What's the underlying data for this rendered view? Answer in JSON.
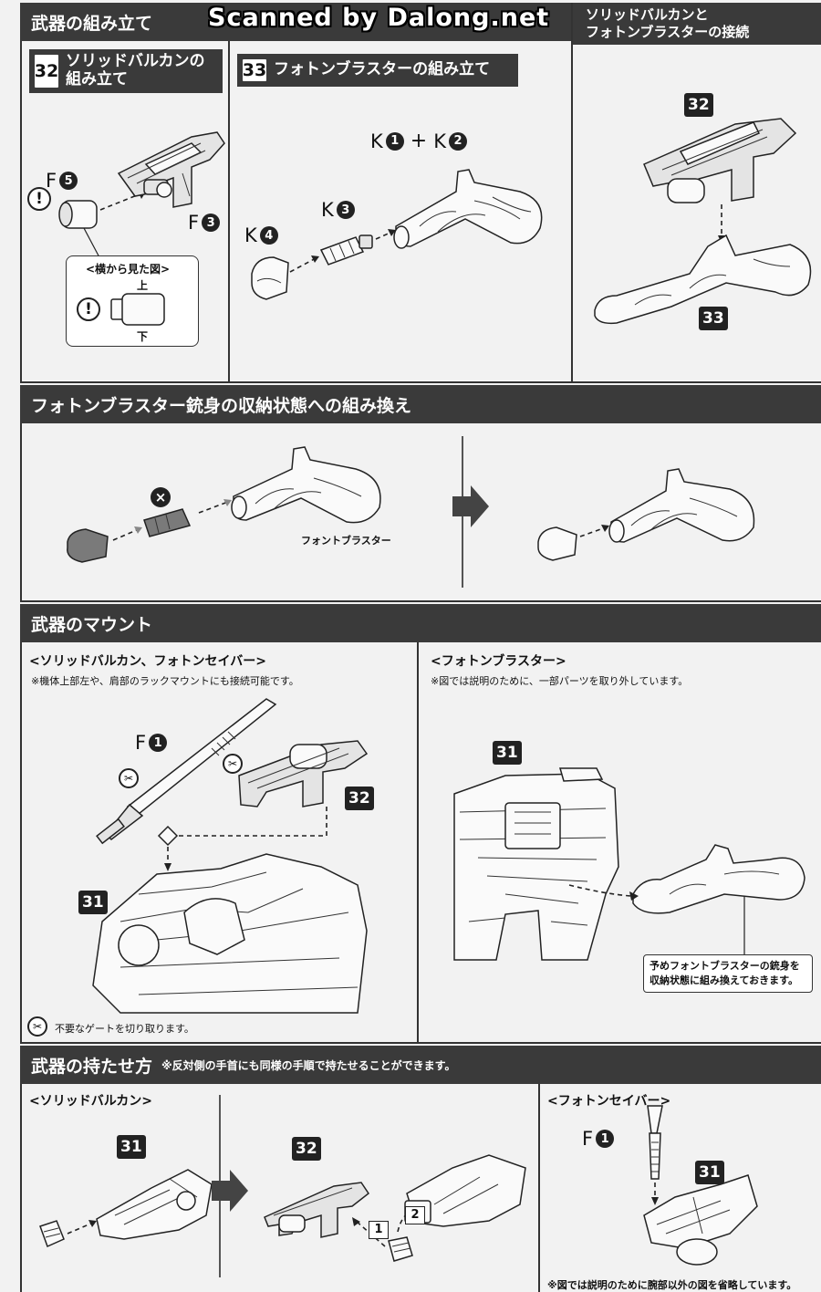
{
  "watermark": "Scanned by Dalong.net",
  "sections": {
    "assembly": {
      "title": "武器の組み立て"
    },
    "connect": {
      "title_line1": "ソリッドバルカンと",
      "title_line2": "フォトンブラスターの接続"
    },
    "storage": {
      "title": "フォトンブラスター銃身の収納状態への組み換え"
    },
    "mount": {
      "title": "武器のマウント"
    },
    "hold": {
      "title": "武器の持たせ方",
      "note": "※反対側の手首にも同様の手順で持たせることができます。"
    }
  },
  "steps": {
    "s32": {
      "num": "32",
      "title_line1": "ソリッドバルカンの",
      "title_line2": "組み立て"
    },
    "s33": {
      "num": "33",
      "title": "フォトンブラスターの組み立て"
    }
  },
  "parts": {
    "F5": {
      "letter": "F",
      "num": "5"
    },
    "F3": {
      "letter": "F",
      "num": "3"
    },
    "F1": {
      "letter": "F",
      "num": "1"
    },
    "K1": {
      "letter": "K",
      "num": "1"
    },
    "K2": {
      "letter": "K",
      "num": "2"
    },
    "K3": {
      "letter": "K",
      "num": "3"
    },
    "K4": {
      "letter": "K",
      "num": "4"
    },
    "plus": "+"
  },
  "side_view": {
    "title": "<横から見た図>",
    "top": "上",
    "bottom": "下",
    "warn": "!"
  },
  "tags": {
    "t32": "32",
    "t33": "33",
    "t31": "31"
  },
  "storage_label": "フォントブラスター",
  "mount": {
    "left_title": "<ソリッドバルカン、フォトンセイバー>",
    "left_note": "※機体上部左や、肩部のラックマウントにも接続可能です。",
    "right_title": "<フォトンブラスター>",
    "right_note": "※図では説明のために、一部パーツを取り外しています。",
    "callout_line1": "予めフォントブラスターの銃身を",
    "callout_line2": "収納状態に組み換えておきます。",
    "gate_note": "不要なゲートを切り取ります。"
  },
  "hold": {
    "left_title": "<ソリッドバルカン>",
    "right_title": "<フォトンセイバー>",
    "order1": "1",
    "order2": "2",
    "bottom_note": "※図では説明のために腕部以外の図を省略しています。"
  },
  "symbols": {
    "warn": "!",
    "x": "×",
    "cut": "✂"
  }
}
